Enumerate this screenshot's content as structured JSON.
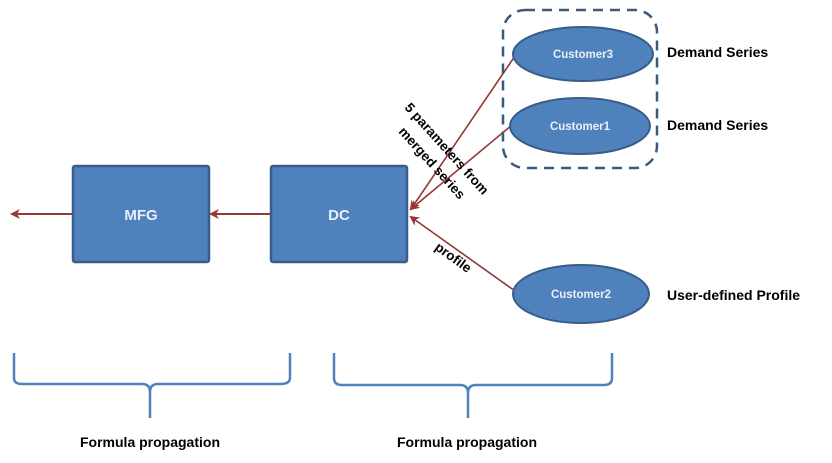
{
  "colors": {
    "node_fill": "#4f81bd",
    "node_stroke": "#385d8a",
    "arrow": "#953735",
    "group_border": "#3b5a7a",
    "brace": "#4f81bd"
  },
  "nodes": {
    "mfg": {
      "label": "MFG"
    },
    "dc": {
      "label": "DC"
    },
    "customer3": {
      "label": "Customer3"
    },
    "customer1": {
      "label": "Customer1"
    },
    "customer2": {
      "label": "Customer2"
    }
  },
  "side_labels": {
    "customer3": "Demand Series",
    "customer1": "Demand Series",
    "customer2": "User-defined Profile"
  },
  "edge_labels": {
    "merged_line1": "5 parameters from",
    "merged_line2": "merged series",
    "profile": "profile"
  },
  "braces": [
    {
      "label": "Formula propagation"
    },
    {
      "label": "Formula propagation"
    }
  ]
}
